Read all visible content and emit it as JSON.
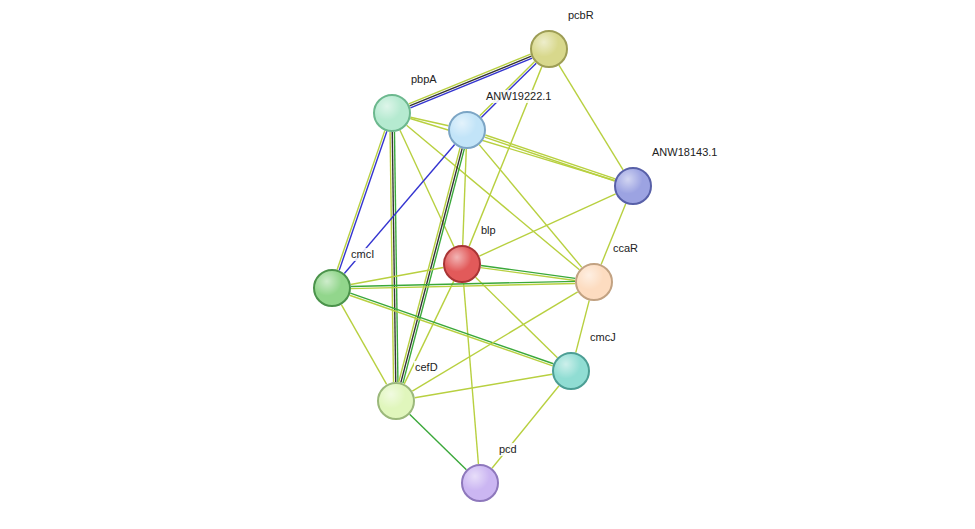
{
  "diagram": {
    "nodes": [
      {
        "text": [
          "pcbR"
        ]
      },
      {
        "text": [
          "pbpA"
        ]
      },
      {
        "text": [
          "ANW19222.1"
        ]
      },
      {
        "text": [
          "ANW18143.1"
        ]
      },
      {
        "text": [
          "blp"
        ]
      },
      {
        "text": [
          "cmcI"
        ]
      },
      {
        "text": [
          "ccaR"
        ]
      },
      {
        "text": [
          "cmcJ"
        ]
      },
      {
        "text": [
          "cefD"
        ]
      },
      {
        "text": [
          "pcd"
        ]
      }
    ],
    "edges": [
      {
        "from": 0,
        "to": 1,
        "arrow": "none"
      },
      {
        "from": 0,
        "to": 2,
        "arrow": "none"
      },
      {
        "from": 0,
        "to": 3,
        "arrow": "none"
      },
      {
        "from": 0,
        "to": 4,
        "arrow": "none"
      },
      {
        "from": 1,
        "to": 2,
        "arrow": "none"
      },
      {
        "from": 1,
        "to": 3,
        "arrow": "none"
      },
      {
        "from": 1,
        "to": 4,
        "arrow": "none"
      },
      {
        "from": 1,
        "to": 5,
        "arrow": "none"
      },
      {
        "from": 1,
        "to": 8,
        "arrow": "none"
      },
      {
        "from": 1,
        "to": 6,
        "arrow": "none"
      },
      {
        "from": 2,
        "to": 3,
        "arrow": "none"
      },
      {
        "from": 2,
        "to": 4,
        "arrow": "none"
      },
      {
        "from": 2,
        "to": 5,
        "arrow": "none"
      },
      {
        "from": 2,
        "to": 8,
        "arrow": "none"
      },
      {
        "from": 2,
        "to": 6,
        "arrow": "none"
      },
      {
        "from": 3,
        "to": 4,
        "arrow": "none"
      },
      {
        "from": 3,
        "to": 6,
        "arrow": "none"
      },
      {
        "from": 4,
        "to": 6,
        "arrow": "none"
      },
      {
        "from": 4,
        "to": 5,
        "arrow": "none"
      },
      {
        "from": 4,
        "to": 7,
        "arrow": "none"
      },
      {
        "from": 4,
        "to": 8,
        "arrow": "none"
      },
      {
        "from": 4,
        "to": 9,
        "arrow": "none"
      },
      {
        "from": 5,
        "to": 6,
        "arrow": "none"
      },
      {
        "from": 5,
        "to": 7,
        "arrow": "none"
      },
      {
        "from": 5,
        "to": 8,
        "arrow": "none"
      },
      {
        "from": 6,
        "to": 8,
        "arrow": "none"
      },
      {
        "from": 6,
        "to": 7,
        "arrow": "none"
      },
      {
        "from": 7,
        "to": 8,
        "arrow": "none"
      },
      {
        "from": 7,
        "to": 9,
        "arrow": "none"
      },
      {
        "from": 8,
        "to": 9,
        "arrow": "none"
      }
    ]
  }
}
